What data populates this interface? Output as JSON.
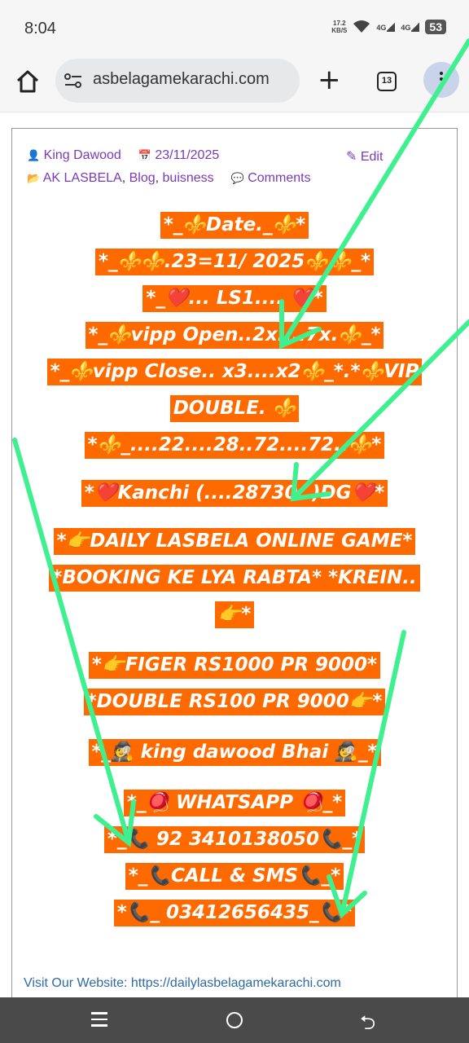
{
  "status_bar": {
    "time": "8:04",
    "speed_value": "17.2",
    "speed_unit": "KB/S",
    "net1": "4G",
    "net2": "4G",
    "battery": "53"
  },
  "browser": {
    "url": "asbelagamekarachi.com",
    "tab_count": "13"
  },
  "post_meta": {
    "author": "King Dawood",
    "date": "23/11/2025",
    "edit_label": "Edit",
    "categories": [
      "AK LASBELA",
      "Blog",
      "buisness"
    ],
    "comments_label": "Comments"
  },
  "lines": [
    "*_⚜️Date._⚜️*",
    "*_⚜️⚜️.23=11/ 2025⚜️⚜️_*",
    "*_❤️... LS1.... ❤️*",
    "*_⚜️vipp Open..2x....7x.⚜️_*",
    "*_⚜️vipp Close.. x3....x2⚜️_*.*⚜️VIP",
    "DOUBLE. ⚜️",
    "*⚜️_....22....28..72....72..⚜️*",
    "*❤️Kanchi (....28730..)DG❤️*",
    "*👉DAILY LASBELA ONLINE GAME*",
    "*BOOKING KE LYA RABTA* *KREIN..",
    "👉*",
    "*👉FIGER RS1000 PR 9000*",
    "*DOUBLE RS100 PR 9000👉*",
    "*_🕵️ king dawood Bhai 🕵️_*",
    "*_🪀 WHATSAPP 🪀_*",
    "*_📞 92 3410138050📞_*",
    "*_📞CALL & SMS📞_*",
    "*📞_ 03412656435_📞*"
  ],
  "footer_text": "Visit Our Website: https://dailylasbelagamekarachi.com",
  "colors": {
    "highlight": "#ff6a00",
    "arrow": "#3ef08f",
    "meta_link": "#7a3ab8",
    "footer_link": "#2e6aa6"
  },
  "icons": [
    "home-icon",
    "site-settings-icon",
    "plus-icon",
    "tabs-icon",
    "more-menu-icon",
    "user-icon",
    "calendar-icon",
    "pencil-icon",
    "folder-icon",
    "comment-icon",
    "recents-icon",
    "home-circle-icon",
    "back-icon"
  ]
}
